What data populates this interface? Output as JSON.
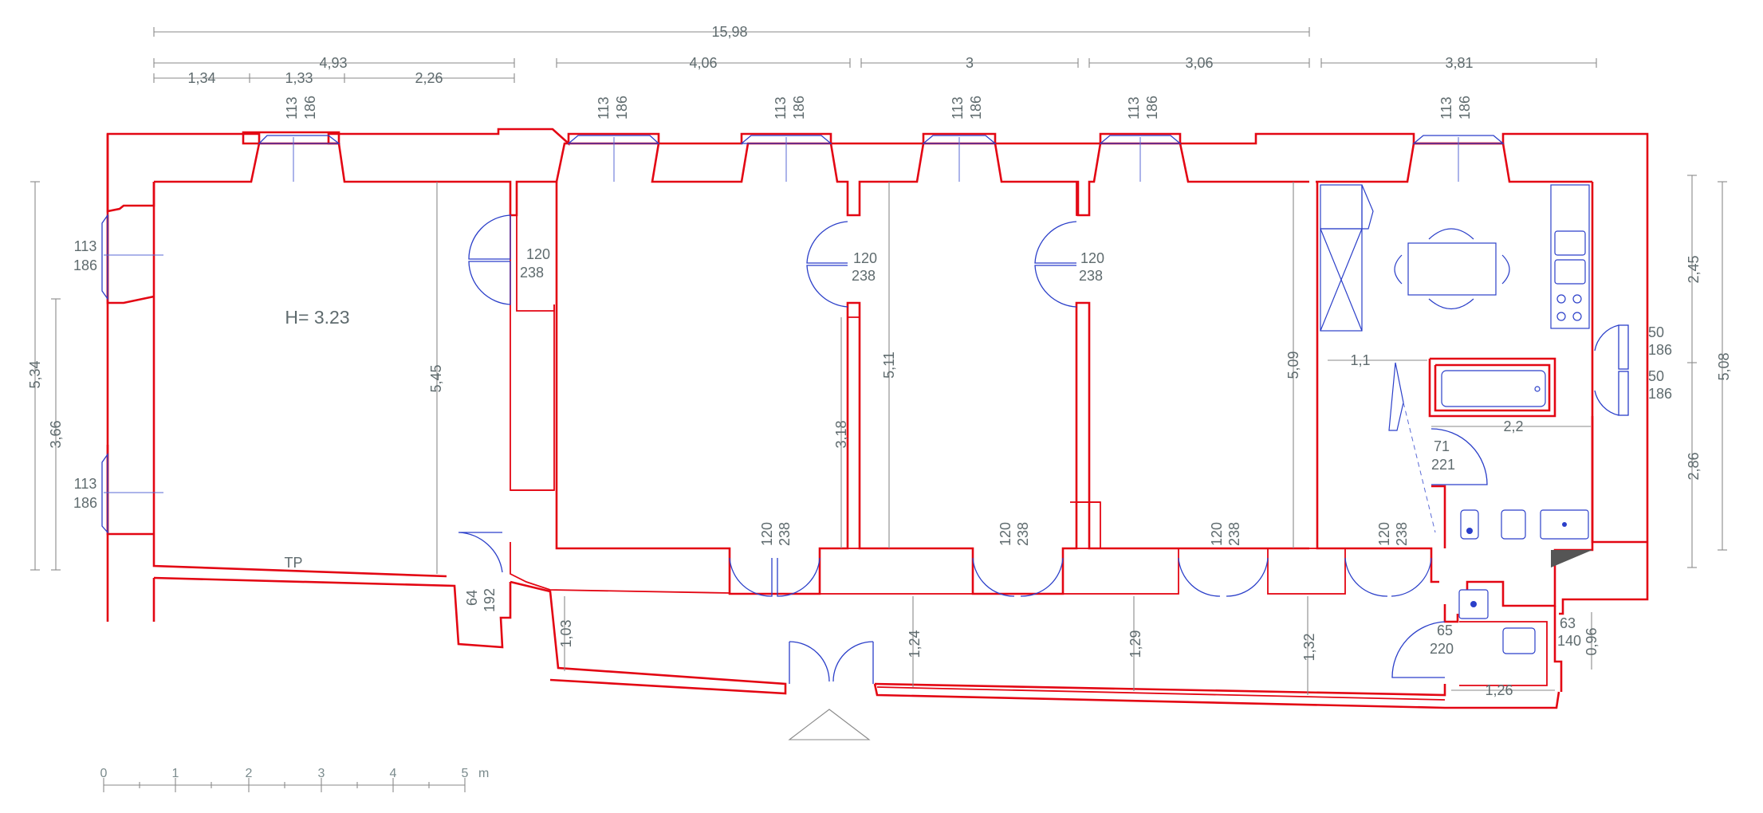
{
  "plan": {
    "height_label": "H= 3.23",
    "level_label": "TP",
    "dims_top": {
      "overall": "15,98",
      "room1": "4,93",
      "room1_a": "1,34",
      "room1_b": "1,33",
      "room1_c": "2,26",
      "room2": "4,06",
      "room3": "3",
      "room4": "3,06",
      "room5": "3,81"
    },
    "windows_top": [
      {
        "w": "113",
        "h": "186"
      },
      {
        "w": "113",
        "h": "186"
      },
      {
        "w": "113",
        "h": "186"
      },
      {
        "w": "113",
        "h": "186"
      },
      {
        "w": "113",
        "h": "186"
      },
      {
        "w": "113",
        "h": "186"
      }
    ],
    "windows_left": [
      {
        "w": "113",
        "h": "186"
      },
      {
        "w": "113",
        "h": "186"
      }
    ],
    "dims_left": {
      "outer": "5,34",
      "inner": "3,66"
    },
    "dims_right": {
      "outer": "5,08",
      "upper": "2,45",
      "lower": "2,86"
    },
    "room_heights": [
      "5,45",
      "5,11",
      "3,18",
      "5,09"
    ],
    "doors_upper": [
      {
        "w": "120",
        "h": "238"
      },
      {
        "w": "120",
        "h": "238"
      },
      {
        "w": "120",
        "h": "238"
      }
    ],
    "doors_lower": [
      {
        "w": "120",
        "h": "238"
      },
      {
        "w": "120",
        "h": "238"
      },
      {
        "w": "120",
        "h": "238"
      },
      {
        "w": "120",
        "h": "238"
      }
    ],
    "door_entry_small": {
      "w": "64",
      "h": "192"
    },
    "door_bath": {
      "w": "71",
      "h": "221"
    },
    "door_wc": {
      "w": "65",
      "h": "220"
    },
    "door_wc2": {
      "w": "63",
      "h": "140"
    },
    "kitchen_windows": [
      {
        "w": "50",
        "h": "186"
      },
      {
        "w": "50",
        "h": "186"
      }
    ],
    "corridor_dims": [
      "1,03",
      "1,24",
      "1,29",
      "1,32"
    ],
    "misc_dims": {
      "d_11": "1,1",
      "d_22": "2,2",
      "d_126": "1,26",
      "d_096": "0,96"
    },
    "scale": {
      "ticks": [
        "0",
        "1",
        "2",
        "3",
        "4",
        "5"
      ],
      "unit": "m"
    }
  }
}
